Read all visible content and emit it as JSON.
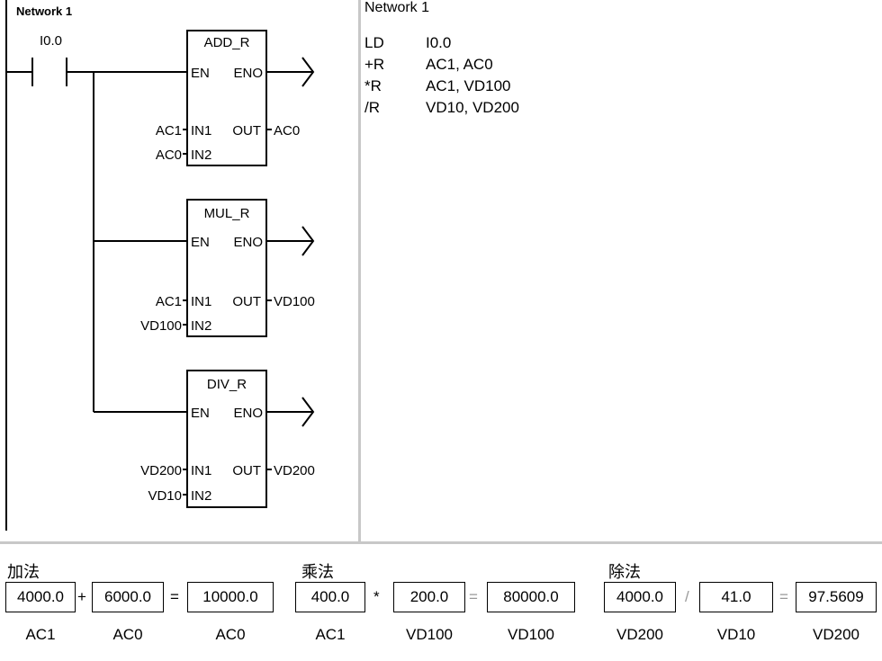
{
  "ladder": {
    "network_label": "Network 1",
    "contact_label": "I0.0",
    "blocks": [
      {
        "name": "ADD_R",
        "en": "EN",
        "eno": "ENO",
        "in1_label": "IN1",
        "in2_label": "IN2",
        "out_label": "OUT",
        "in1": "AC1",
        "in2": "AC0",
        "out": "AC0"
      },
      {
        "name": "MUL_R",
        "en": "EN",
        "eno": "ENO",
        "in1_label": "IN1",
        "in2_label": "IN2",
        "out_label": "OUT",
        "in1": "AC1",
        "in2": "VD100",
        "out": "VD100"
      },
      {
        "name": "DIV_R",
        "en": "EN",
        "eno": "ENO",
        "in1_label": "IN1",
        "in2_label": "IN2",
        "out_label": "OUT",
        "in1": "VD200",
        "in2": "VD10",
        "out": "VD200"
      }
    ]
  },
  "stl": {
    "title": "Network 1",
    "lines": [
      {
        "op": "LD",
        "args": "I0.0"
      },
      {
        "op": "+R",
        "args": "AC1,  AC0"
      },
      {
        "op": "*R",
        "args": "AC1,  VD100"
      },
      {
        "op": "/R",
        "args": "VD10,  VD200"
      }
    ]
  },
  "examples": [
    {
      "title": "加法",
      "a": "4000.0",
      "op": "+",
      "b": "6000.0",
      "eq": "=",
      "result": "10000.0",
      "a_label": "AC1",
      "b_label": "AC0",
      "result_label": "AC0"
    },
    {
      "title": "乘法",
      "a": "400.0",
      "op": "*",
      "b": "200.0",
      "eq": "=",
      "result": "80000.0",
      "a_label": "AC1",
      "b_label": "VD100",
      "result_label": "VD100"
    },
    {
      "title": "除法",
      "a": "4000.0",
      "op": "/",
      "b": "41.0",
      "eq": "=",
      "result": "97.5609",
      "a_label": "VD200",
      "b_label": "VD10",
      "result_label": "VD200"
    }
  ]
}
